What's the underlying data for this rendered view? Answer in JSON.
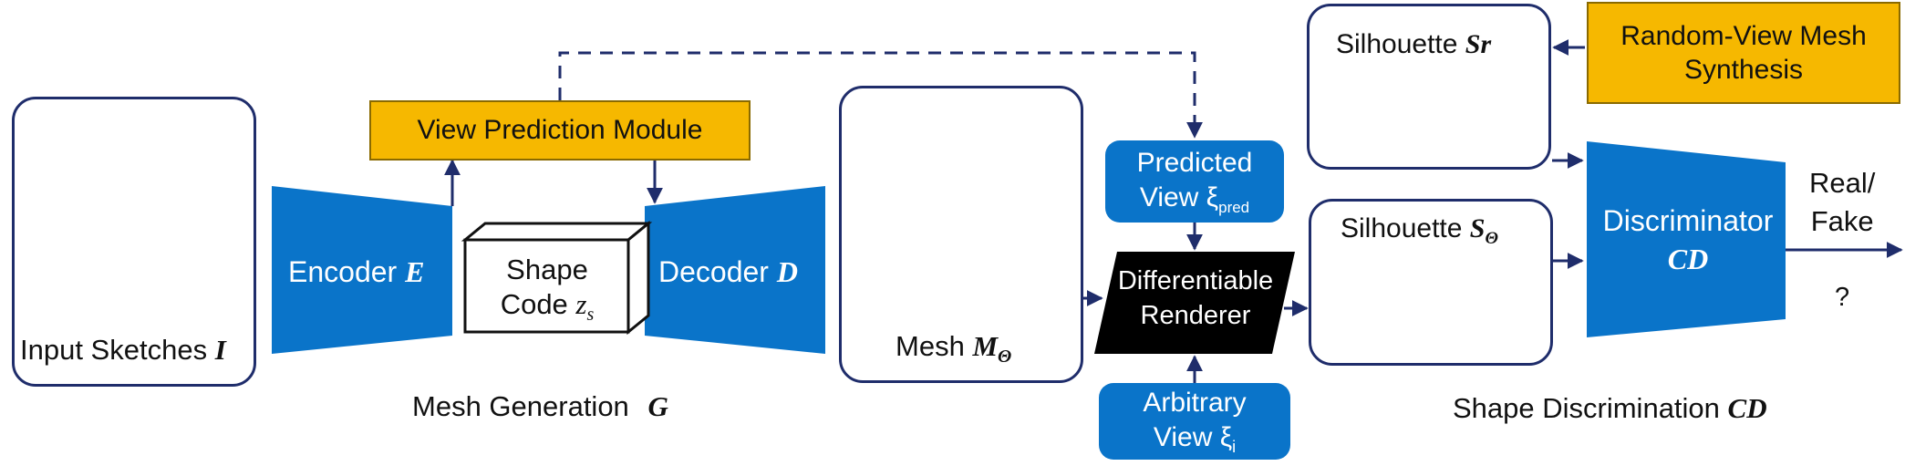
{
  "input": {
    "label": "Input Sketches",
    "symbol": "I"
  },
  "encoder": {
    "label": "Encoder",
    "symbol": "E"
  },
  "decoder": {
    "label": "Decoder",
    "symbol": "D"
  },
  "shape_code": {
    "line1": "Shape",
    "line2": "Code",
    "symbol": "z",
    "subscript": "s"
  },
  "view_prediction": {
    "label": "View Prediction Module"
  },
  "mesh_generation": {
    "label": "Mesh Generation",
    "symbol": "G"
  },
  "mesh": {
    "label": "Mesh",
    "symbol": "M",
    "subscript": "Θ"
  },
  "predicted_view": {
    "line1": "Predicted",
    "line2": "View ξ",
    "subscript": "pred"
  },
  "renderer": {
    "line1": "Differentiable",
    "line2": "Renderer"
  },
  "arbitrary_view": {
    "line1": "Arbitrary",
    "line2": "View ξ",
    "subscript": "i"
  },
  "silhouette_real": {
    "label": "Silhouette",
    "symbol": "Sr"
  },
  "random_view": {
    "line1": "Random-View Mesh",
    "line2": "Synthesis"
  },
  "silhouette_pred": {
    "label": "Silhouette",
    "symbol": "S",
    "subscript": "Θ"
  },
  "discriminator": {
    "label": "Discriminator",
    "symbol": "CD"
  },
  "output": {
    "line1": "Real/",
    "line2": "Fake",
    "question": "?"
  },
  "shape_discrimination": {
    "label": "Shape Discrimination",
    "symbol": "CD"
  },
  "colors": {
    "navy": "#1f2d6b",
    "blue": "#0a74c9",
    "yellow": "#f6b800",
    "black": "#000000"
  }
}
